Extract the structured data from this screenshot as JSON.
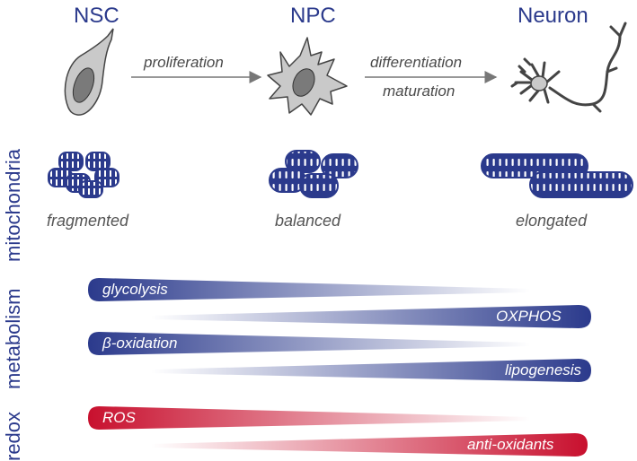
{
  "stages": {
    "nsc": "NSC",
    "npc": "NPC",
    "neuron": "Neuron"
  },
  "arrows": {
    "proliferation": "proliferation",
    "differentiation": "differentiation",
    "maturation": "maturation"
  },
  "mitochondria": {
    "fragmented": "fragmented",
    "balanced": "balanced",
    "elongated": "elongated"
  },
  "side_labels": {
    "mitochondria": "mitochondria",
    "metabolism": "metabolism",
    "redox": "redox"
  },
  "metabolism": {
    "glycolysis": "glycolysis",
    "oxphos": "OXPHOS",
    "beta_oxidation": "β-oxidation",
    "lipogenesis": "lipogenesis"
  },
  "redox": {
    "ros": "ROS",
    "antioxidants": "anti-oxidants"
  },
  "colors": {
    "navy": "#2b3a8c",
    "red": "#c8102e",
    "cell_gray": "#c9c9c9",
    "nucleus_gray": "#7a7a7a"
  }
}
